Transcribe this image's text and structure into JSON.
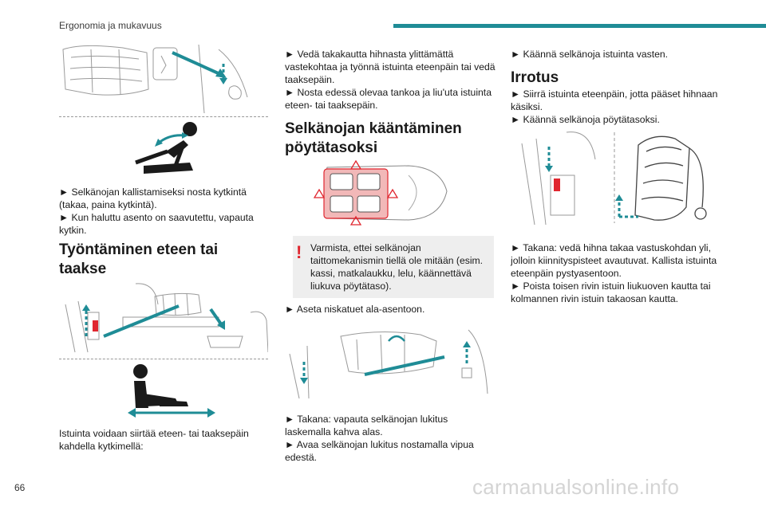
{
  "header": {
    "section_title": "Ergonomia ja mukavuus",
    "accent_color": "#1f8c96"
  },
  "page_number": "66",
  "watermark": "carmanualsonline.info",
  "col1": {
    "recline_p1": "► Selkänojan kallistamiseksi nosta kytkintä (takaa, paina kytkintä).",
    "recline_p2": "► Kun haluttu asento on saavutettu, vapauta kytkin.",
    "heading_slide": "Työntäminen eteen tai taakse",
    "slide_p1": "Istuinta voidaan siirtää eteen- tai taaksepäin kahdella kytkimellä:"
  },
  "col2": {
    "strap_p1": "► Vedä takakautta hihnasta ylittämättä vastekohtaa ja työnnä istuinta eteenpäin tai vedä taaksepäin.",
    "strap_p2": "► Nosta edessä olevaa tankoa ja liu'uta istuinta eteen- tai taaksepäin.",
    "heading_table": "Selkänojan kääntäminen pöytätasoksi",
    "warning_text": "Varmista, ettei selkänojan taittomekanismin tiellä ole mitään (esim. kassi, matkalaukku, lelu, käännettävä liukuva pöytätaso).",
    "warning_color": "#e0262f",
    "headrest_p": "► Aseta niskatuet ala-asentoon.",
    "unlock_p1": "► Takana: vapauta selkänojan lukitus laskemalla kahva alas.",
    "unlock_p2": "► Avaa selkänojan lukitus nostamalla vipua edestä."
  },
  "col3": {
    "turn_p": "► Käännä selkänoja istuinta vasten.",
    "heading_remove": "Irrotus",
    "remove_p1": "► Siirrä istuinta eteenpäin, jotta pääset hihnaan käsiksi.",
    "remove_p2": "► Käännä selkänoja pöytätasoksi.",
    "back_p1": "► Takana: vedä hihna takaa vastuskohdan yli, jolloin kiinnityspisteet avautuvat. Kallista istuinta eteenpäin pystyasentoon.",
    "back_p2": "► Poista toisen rivin istuin liukuoven kautta tai kolmannen rivin istuin takaosan kautta."
  }
}
